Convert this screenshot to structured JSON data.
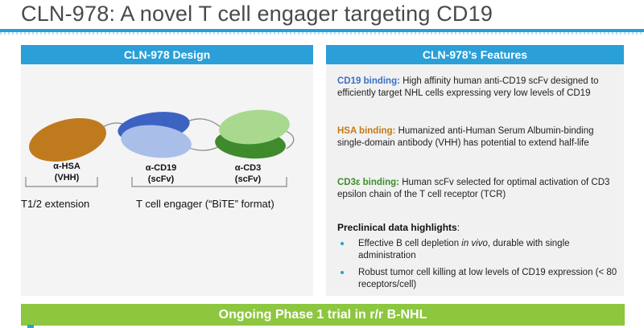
{
  "slide": {
    "title": "CLN-978: A novel T cell engager targeting CD19"
  },
  "design_panel": {
    "header": "CLN-978 Design",
    "molecules": [
      {
        "label_line1": "α-HSA",
        "label_line2": "(VHH)"
      },
      {
        "label_line1": "α-CD19",
        "label_line2": "(scFv)"
      },
      {
        "label_line1": "α-CD3",
        "label_line2": "(scFv)"
      }
    ],
    "bracket_labels": {
      "half_life": "T1/2 extension",
      "engager": "T cell engager (“BiTE” format)"
    },
    "colors": {
      "hsa": "#c07a1e",
      "cd19_dark": "#3d63c2",
      "cd19_light": "#a9bfea",
      "cd3_dark": "#3f8a2c",
      "cd3_light": "#a8d98e"
    }
  },
  "features_panel": {
    "header": "CLN-978’s Features",
    "features": [
      {
        "key": "CD19 binding:",
        "text": "High affinity human anti-CD19 scFv designed to efficiently target NHL cells expressing very low levels of CD19"
      },
      {
        "key": "HSA binding:",
        "text": "Humanized anti-Human Serum Albumin-binding single-domain antibody (VHH) has potential to extend half-life"
      },
      {
        "key": "CD3ε binding:",
        "text": "Human scFv selected for optimal activation of CD3 epsilon chain of the T cell receptor (TCR)"
      }
    ],
    "highlights_title": "Preclinical data highlights",
    "highlights_colon": ":",
    "highlights": [
      {
        "before": "Effective B cell depletion ",
        "italic": "in vivo",
        "after": ", durable with single administration"
      },
      {
        "before": "Robust tumor cell killing at low levels of CD19 expression (< 80 receptors/cell)",
        "italic": "",
        "after": ""
      }
    ]
  },
  "banner": {
    "text": "Ongoing Phase 1 trial in r/r B-NHL"
  }
}
